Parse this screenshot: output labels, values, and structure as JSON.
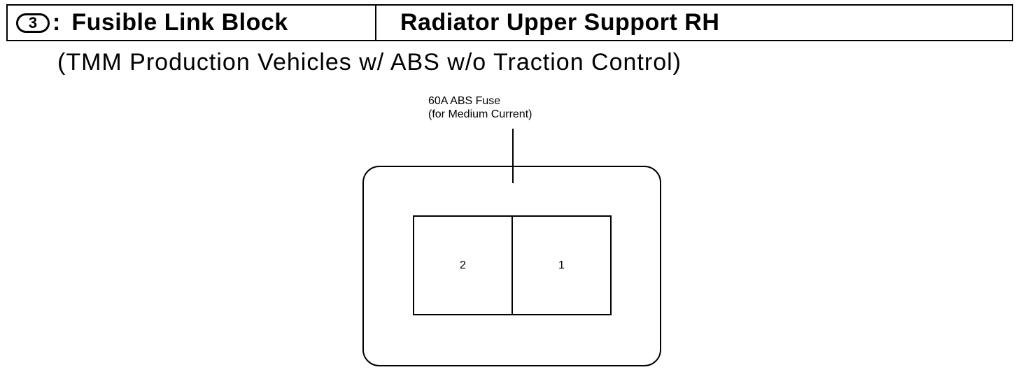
{
  "header": {
    "connector_code": "3",
    "separator": ":",
    "title": "Fusible Link Block",
    "location": "Radiator Upper Support RH"
  },
  "subtitle": "(TMM Production Vehicles w/ ABS w/o Traction Control)",
  "callout": {
    "line1": "60A ABS Fuse",
    "line2": "(for Medium Current)"
  },
  "terminals": [
    {
      "label": "2"
    },
    {
      "label": "1"
    }
  ]
}
